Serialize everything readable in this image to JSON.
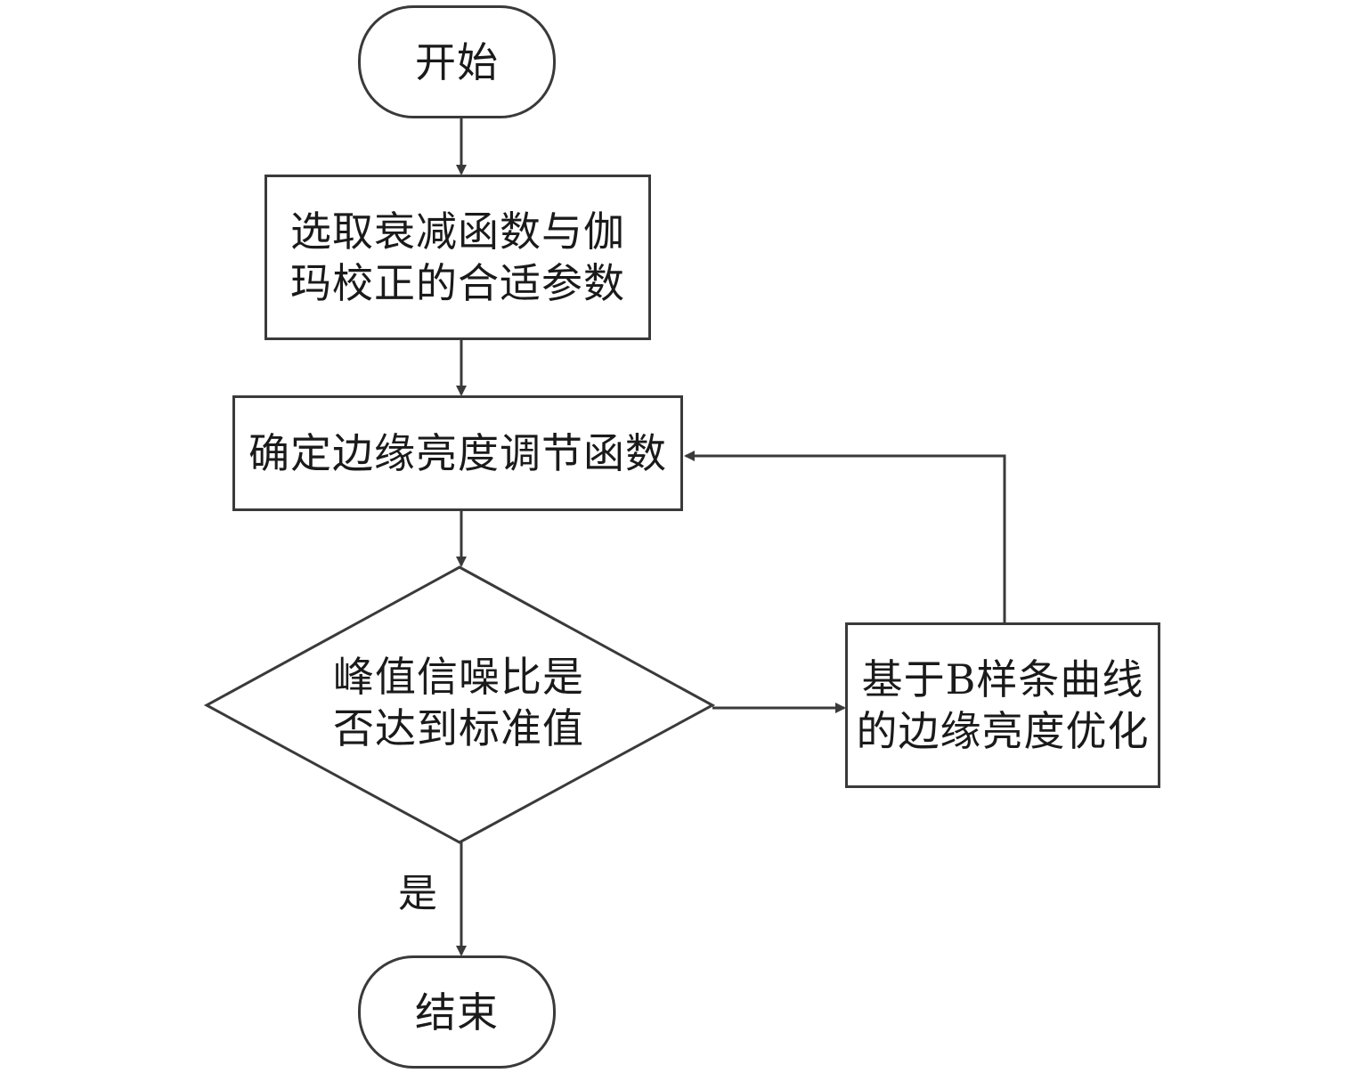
{
  "diagram": {
    "start": "开始",
    "step1": [
      "选取衰减函数与伽",
      "玛校正的合适参数"
    ],
    "step2": "确定边缘亮度调节函数",
    "decision": [
      "峰值信噪比是",
      "否达到标准值"
    ],
    "optimize": [
      "基于B样条曲线",
      "的边缘亮度优化"
    ],
    "yes_label": "是",
    "end": "结束"
  },
  "colors": {
    "stroke": "#3a3a3a",
    "text": "#1a1a1a"
  }
}
